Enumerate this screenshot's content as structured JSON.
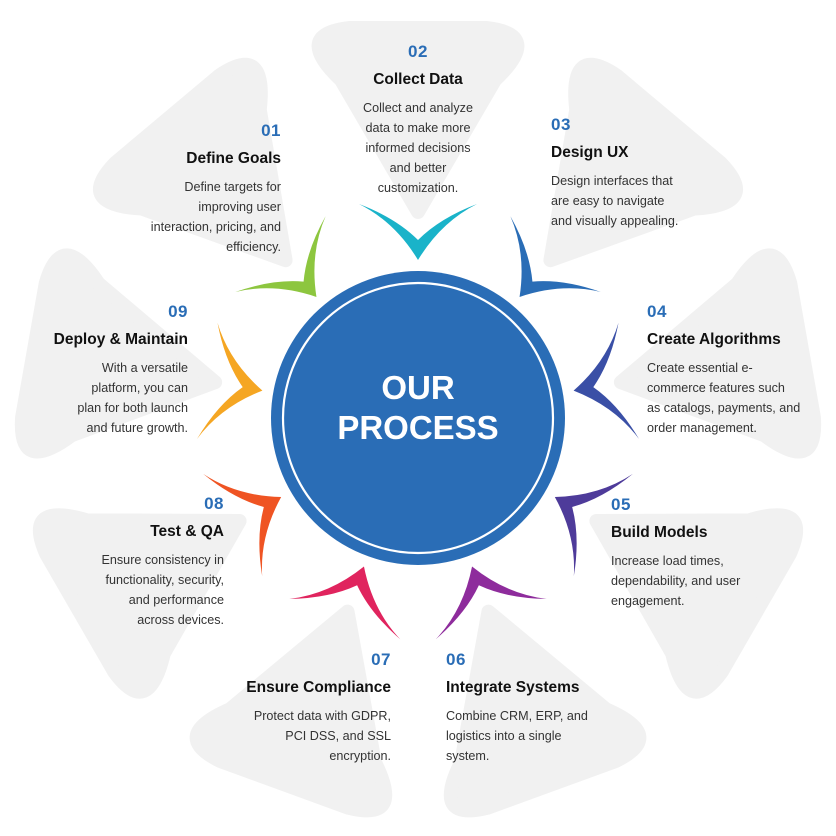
{
  "center": {
    "line1": "OUR",
    "line2": "PROCESS"
  },
  "colors": {
    "petal": "#f1f1f1",
    "circle_outer": "#2a6db6",
    "circle_ring": "#ffffff",
    "circle_inner": "#2a6db6",
    "number": "#2a6db6"
  },
  "steps": [
    {
      "num": "01",
      "title": "Define Goals",
      "desc": [
        "Define targets for",
        "improving user",
        "interaction, pricing, and",
        "efficiency."
      ],
      "color": "#8dc63f"
    },
    {
      "num": "02",
      "title": "Collect Data",
      "desc": [
        "Collect and analyze",
        "data to make more",
        "informed decisions",
        "and better",
        "customization."
      ],
      "color": "#1ab3c9"
    },
    {
      "num": "03",
      "title": "Design UX",
      "desc": [
        "Design interfaces that",
        "are easy to navigate",
        "and visually appealing."
      ],
      "color": "#2a6db6"
    },
    {
      "num": "04",
      "title": "Create Algorithms",
      "desc": [
        "Create essential e-",
        "commerce features such",
        "as catalogs, payments, and",
        "order management."
      ],
      "color": "#3a4fa6"
    },
    {
      "num": "05",
      "title": "Build Models",
      "desc": [
        "Increase load times,",
        "dependability, and user",
        "engagement."
      ],
      "color": "#4e3b9a"
    },
    {
      "num": "06",
      "title": "Integrate Systems",
      "desc": [
        "Combine CRM, ERP, and",
        "logistics into a single",
        "system."
      ],
      "color": "#8e2c9c"
    },
    {
      "num": "07",
      "title": "Ensure Compliance",
      "desc": [
        "Protect data with GDPR,",
        "PCI DSS, and SSL",
        "encryption."
      ],
      "color": "#e0245e"
    },
    {
      "num": "08",
      "title": "Test & QA",
      "desc": [
        "Ensure consistency in",
        "functionality, security,",
        "and performance",
        "across devices."
      ],
      "color": "#ef5423"
    },
    {
      "num": "09",
      "title": "Deploy & Maintain",
      "desc": [
        "With a versatile",
        "platform, you can",
        "plan for both launch",
        "and future growth."
      ],
      "color": "#f5a623"
    }
  ]
}
